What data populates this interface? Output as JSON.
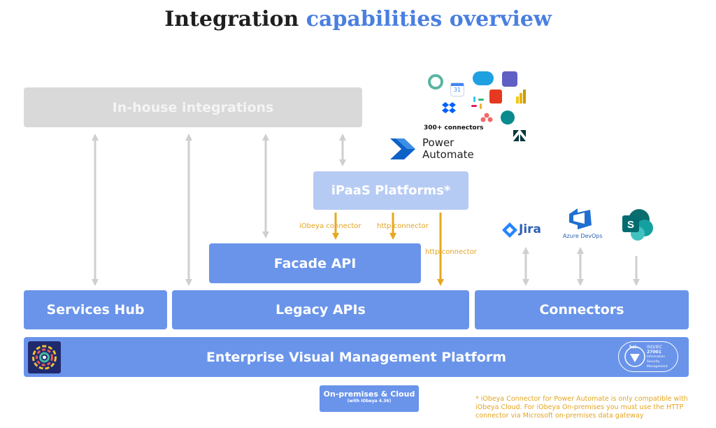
{
  "title": {
    "part1": "Integration",
    "part2": "capabilities overview"
  },
  "boxes": {
    "inhouse": "In-house integrations",
    "ipaas": "iPaaS Platforms*",
    "facade": "Facade API",
    "services_hub": "Services Hub",
    "legacy": "Legacy APIs",
    "connectors": "Connectors",
    "platform": "Enterprise Visual Management Platform"
  },
  "arrow_labels": {
    "iobeya_connector": "iObeya  connector",
    "http_connector_1": "http  connector",
    "http_connector_2": "http  connector"
  },
  "power_automate": {
    "line1": "Power",
    "line2": "Automate",
    "connectors_count": "300+ connectors"
  },
  "tools": {
    "jira": "Jira",
    "azure_devops": "Azure DevOps"
  },
  "certification": {
    "line1": "bsi.",
    "line2": "ISO/IEC",
    "line3": "27001",
    "line4": "Information Security",
    "line5": "Management"
  },
  "deployment": {
    "label": "On-premises & Cloud",
    "sub": "(with iObeya 4.36)"
  },
  "footnote": "* iObeya Connector for Power Automate is only compatible with iObeya Cloud. For iObeya On-premises you must use the HTTP connector via Microsoft on-premises data gateway",
  "colors": {
    "accent": "#4a7fe0",
    "box_blue": "#6a94ea",
    "arrow_orange": "#e3a520",
    "arrow_gray": "#cfcfcf"
  }
}
